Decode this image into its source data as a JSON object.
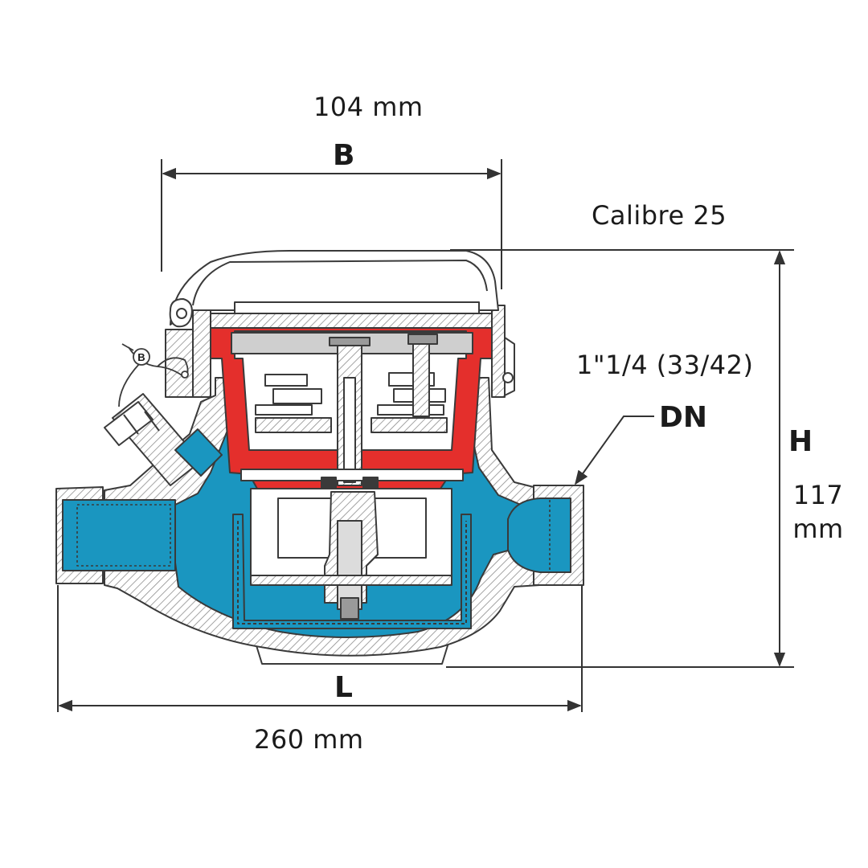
{
  "dimensions": {
    "width_value": "104 mm",
    "width_letter": "B",
    "height_letter": "H",
    "height_value": "117 mm",
    "length_letter": "L",
    "length_value": "260 mm"
  },
  "specs": {
    "caliber": "Calibre 25",
    "connection": "1\"1/4 (33/42)",
    "nominal_diameter": "DN"
  },
  "seal_mark": "B",
  "colors": {
    "water": "#1a96c0",
    "mechanism": "#e42f2c",
    "line": "#3a3a3a",
    "hatch": "#9a9a9a",
    "inner_gray": "#cfcfcf",
    "background": "#ffffff"
  }
}
